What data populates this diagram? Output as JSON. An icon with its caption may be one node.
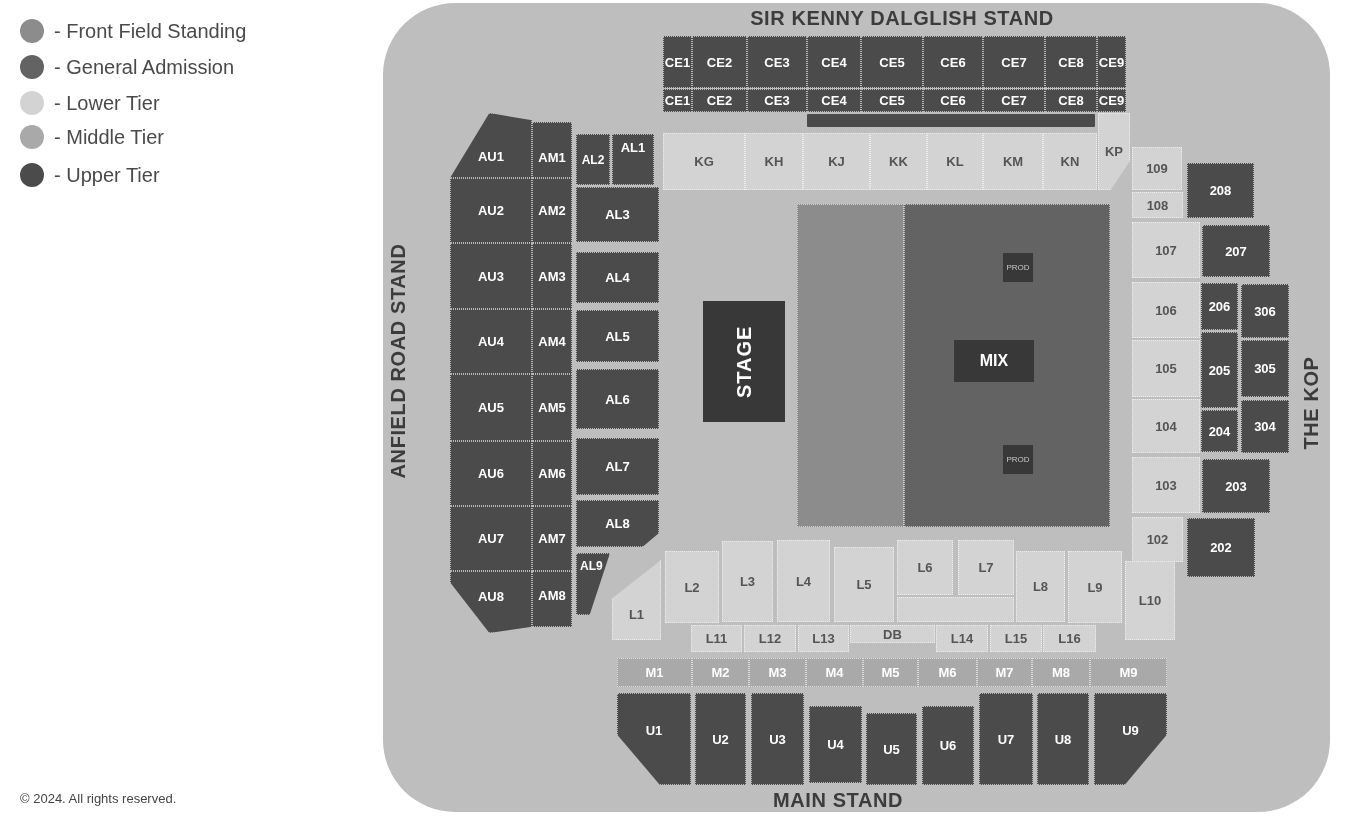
{
  "diagram": {
    "nodes": [
      {
        "text": [
          "SIR KENNY DALGLISH STAND",
          "ANFIELD ROAD STAND",
          "THE KOP",
          "MAIN STAND"
        ]
      },
      {
        "text": [
          "CE1"
        ],
        "in": 0
      },
      {
        "text": [
          "CE2"
        ],
        "in": 0
      },
      {
        "text": [
          "CE3"
        ],
        "in": 0
      },
      {
        "text": [
          "CE4"
        ],
        "in": 0
      },
      {
        "text": [
          "CE5"
        ],
        "in": 0
      },
      {
        "text": [
          "CE6"
        ],
        "in": 0
      },
      {
        "text": [
          "CE7"
        ],
        "in": 0
      },
      {
        "text": [
          "CE8"
        ],
        "in": 0
      },
      {
        "text": [
          "CE9"
        ],
        "in": 0
      },
      {
        "text": [
          "CE1"
        ],
        "in": 0
      },
      {
        "text": [
          "CE2"
        ],
        "in": 0
      },
      {
        "text": [
          "CE3"
        ],
        "in": 0
      },
      {
        "text": [
          "CE4"
        ],
        "in": 0
      },
      {
        "text": [
          "CE5"
        ],
        "in": 0
      },
      {
        "text": [
          "CE6"
        ],
        "in": 0
      },
      {
        "text": [
          "CE7"
        ],
        "in": 0
      },
      {
        "text": [
          "CE8"
        ],
        "in": 0
      },
      {
        "text": [
          "CE9"
        ],
        "in": 0
      },
      {
        "text": [],
        "shape": "bar",
        "in": 0
      },
      {
        "text": [
          "KG"
        ],
        "in": 0
      },
      {
        "text": [
          "KH"
        ],
        "in": 0
      },
      {
        "text": [
          "KJ"
        ],
        "in": 0
      },
      {
        "text": [
          "KK"
        ],
        "in": 0
      },
      {
        "text": [
          "KL"
        ],
        "in": 0
      },
      {
        "text": [
          "KM"
        ],
        "in": 0
      },
      {
        "text": [
          "KN"
        ],
        "in": 0
      },
      {
        "text": [
          "KP"
        ],
        "in": 0
      },
      {
        "text": [
          "AU1"
        ],
        "in": 0
      },
      {
        "text": [
          "AU2"
        ],
        "in": 0
      },
      {
        "text": [
          "AU3"
        ],
        "in": 0
      },
      {
        "text": [
          "AU4"
        ],
        "in": 0
      },
      {
        "text": [
          "AU5"
        ],
        "in": 0
      },
      {
        "text": [
          "AU6"
        ],
        "in": 0
      },
      {
        "text": [
          "AU7"
        ],
        "in": 0
      },
      {
        "text": [
          "AU8"
        ],
        "in": 0
      },
      {
        "text": [
          "AM1"
        ],
        "in": 0
      },
      {
        "text": [
          "AM2"
        ],
        "in": 0
      },
      {
        "text": [
          "AM3"
        ],
        "in": 0
      },
      {
        "text": [
          "AM4"
        ],
        "in": 0
      },
      {
        "text": [
          "AM5"
        ],
        "in": 0
      },
      {
        "text": [
          "AM6"
        ],
        "in": 0
      },
      {
        "text": [
          "AM7"
        ],
        "in": 0
      },
      {
        "text": [
          "AM8"
        ],
        "in": 0
      },
      {
        "text": [
          "AL1"
        ],
        "in": 0
      },
      {
        "text": [
          "AL2"
        ],
        "in": 0
      },
      {
        "text": [
          "AL3"
        ],
        "in": 0
      },
      {
        "text": [
          "AL4"
        ],
        "in": 0
      },
      {
        "text": [
          "AL5"
        ],
        "in": 0
      },
      {
        "text": [
          "AL6"
        ],
        "in": 0
      },
      {
        "text": [
          "AL7"
        ],
        "in": 0
      },
      {
        "text": [
          "AL8"
        ],
        "in": 0
      },
      {
        "text": [
          "AL9"
        ],
        "in": 0
      },
      {
        "text": [
          "STAGE"
        ],
        "in": 0
      },
      {
        "text": [],
        "shape": "box",
        "in": 0
      },
      {
        "text": [],
        "shape": "box",
        "in": 0
      },
      {
        "text": [
          "PROD"
        ],
        "in": 55
      },
      {
        "text": [
          "MIX"
        ],
        "in": 55
      },
      {
        "text": [
          "PROD"
        ],
        "in": 55
      },
      {
        "text": [
          "109"
        ],
        "in": 0
      },
      {
        "text": [
          "108"
        ],
        "in": 0
      },
      {
        "text": [
          "107"
        ],
        "in": 0
      },
      {
        "text": [
          "106"
        ],
        "in": 0
      },
      {
        "text": [
          "105"
        ],
        "in": 0
      },
      {
        "text": [
          "104"
        ],
        "in": 0
      },
      {
        "text": [
          "103"
        ],
        "in": 0
      },
      {
        "text": [
          "102"
        ],
        "in": 0
      },
      {
        "text": [
          "208"
        ],
        "in": 0
      },
      {
        "text": [
          "207"
        ],
        "in": 0
      },
      {
        "text": [
          "206"
        ],
        "in": 0
      },
      {
        "text": [
          "205"
        ],
        "in": 0
      },
      {
        "text": [
          "204"
        ],
        "in": 0
      },
      {
        "text": [
          "203"
        ],
        "in": 0
      },
      {
        "text": [
          "202"
        ],
        "in": 0
      },
      {
        "text": [
          "306"
        ],
        "in": 0
      },
      {
        "text": [
          "305"
        ],
        "in": 0
      },
      {
        "text": [
          "304"
        ],
        "in": 0
      },
      {
        "text": [
          "L1"
        ],
        "in": 0
      },
      {
        "text": [
          "L2"
        ],
        "in": 0
      },
      {
        "text": [
          "L3"
        ],
        "in": 0
      },
      {
        "text": [
          "L4"
        ],
        "in": 0
      },
      {
        "text": [
          "L5"
        ],
        "in": 0
      },
      {
        "text": [
          "L6"
        ],
        "in": 0
      },
      {
        "text": [
          "L7"
        ],
        "in": 0
      },
      {
        "text": [
          "L8"
        ],
        "in": 0
      },
      {
        "text": [
          "L9"
        ],
        "in": 0
      },
      {
        "text": [
          "L10"
        ],
        "in": 0
      },
      {
        "text": [
          "L11"
        ],
        "in": 0
      },
      {
        "text": [
          "L12"
        ],
        "in": 0
      },
      {
        "text": [
          "L13"
        ],
        "in": 0
      },
      {
        "text": [
          "DB"
        ],
        "in": 0
      },
      {
        "text": [
          "L14"
        ],
        "in": 0
      },
      {
        "text": [
          "L15"
        ],
        "in": 0
      },
      {
        "text": [
          "L16"
        ],
        "in": 0
      },
      {
        "text": [],
        "shape": "box",
        "in": 0
      },
      {
        "text": [
          "M1"
        ],
        "in": 0
      },
      {
        "text": [
          "M2"
        ],
        "in": 0
      },
      {
        "text": [
          "M3"
        ],
        "in": 0
      },
      {
        "text": [
          "M4"
        ],
        "in": 0
      },
      {
        "text": [
          "M5"
        ],
        "in": 0
      },
      {
        "text": [
          "M6"
        ],
        "in": 0
      },
      {
        "text": [
          "M7"
        ],
        "in": 0
      },
      {
        "text": [
          "M8"
        ],
        "in": 0
      },
      {
        "text": [
          "M9"
        ],
        "in": 0
      },
      {
        "text": [
          "U1"
        ],
        "in": 0
      },
      {
        "text": [
          "U2"
        ],
        "in": 0
      },
      {
        "text": [
          "U3"
        ],
        "in": 0
      },
      {
        "text": [
          "U4"
        ],
        "in": 0
      },
      {
        "text": [
          "U5"
        ],
        "in": 0
      },
      {
        "text": [
          "U6"
        ],
        "in": 0
      },
      {
        "text": [
          "U7"
        ],
        "in": 0
      },
      {
        "text": [
          "U8"
        ],
        "in": 0
      },
      {
        "text": [
          "U9"
        ],
        "in": 0
      }
    ],
    "labels": [
      "© 2024. All rights reserved."
    ],
    "legend": [
      {
        "text": "- Front Field Standing",
        "color": "#8c8c8c"
      },
      {
        "text": "- General Admission",
        "color": "#636363"
      },
      {
        "text": "- Lower Tier",
        "color": "#d3d3d3"
      },
      {
        "text": "- Middle Tier",
        "color": "#a9a9a9"
      },
      {
        "text": "- Upper Tier",
        "color": "#4b4b4b"
      }
    ]
  }
}
